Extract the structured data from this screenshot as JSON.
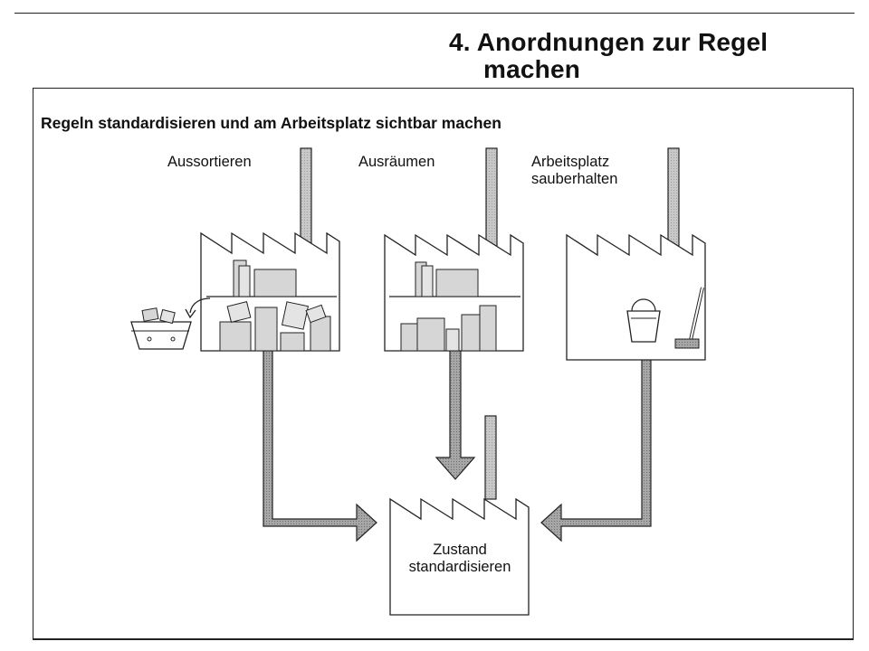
{
  "header": {
    "title_line1": "4. Anordnungen zur Regel",
    "title_line2": "machen"
  },
  "diagram": {
    "heading": "Regeln standardisieren und am Arbeitsplatz sichtbar machen",
    "steps": [
      {
        "label": "Aussortieren"
      },
      {
        "label": "Ausräumen"
      },
      {
        "label_line1": "Arbeitsplatz",
        "label_line2": "sauberhalten"
      }
    ],
    "result": {
      "label_line1": "Zustand",
      "label_line2": "standardisieren"
    },
    "colors": {
      "line": "#222222",
      "chimney_fill": "#c8c8c8",
      "arrow_fill": "#9a9a9a",
      "box_fill": "#d6d6d6"
    }
  }
}
